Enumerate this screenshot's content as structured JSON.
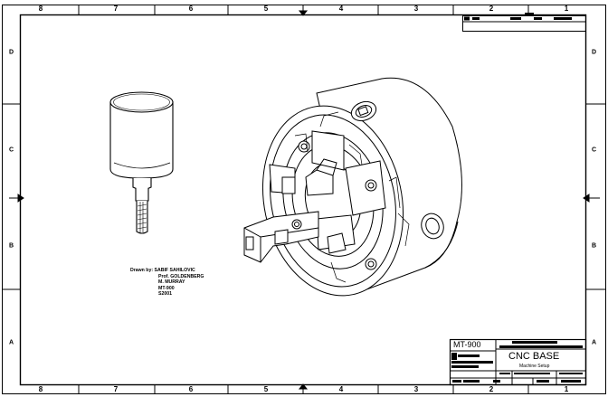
{
  "zones": {
    "columns": [
      "8",
      "7",
      "6",
      "5",
      "4",
      "3",
      "2",
      "1"
    ],
    "rows": [
      "D",
      "C",
      "B",
      "A"
    ]
  },
  "credits": {
    "drawn_by": "Drawn by: SABIF SAHILOVIC",
    "lines": [
      "Prof. GOLDENBERG",
      "M. MURRAY",
      "MT-900",
      "S2001"
    ]
  },
  "title_block": {
    "part_number": "MT-900",
    "title": "CNC BASE",
    "subtitle": "Machine Setup"
  },
  "colors": {
    "line": "#000000",
    "paper": "#ffffff"
  },
  "icons": [
    "centering-arrow-icon"
  ]
}
